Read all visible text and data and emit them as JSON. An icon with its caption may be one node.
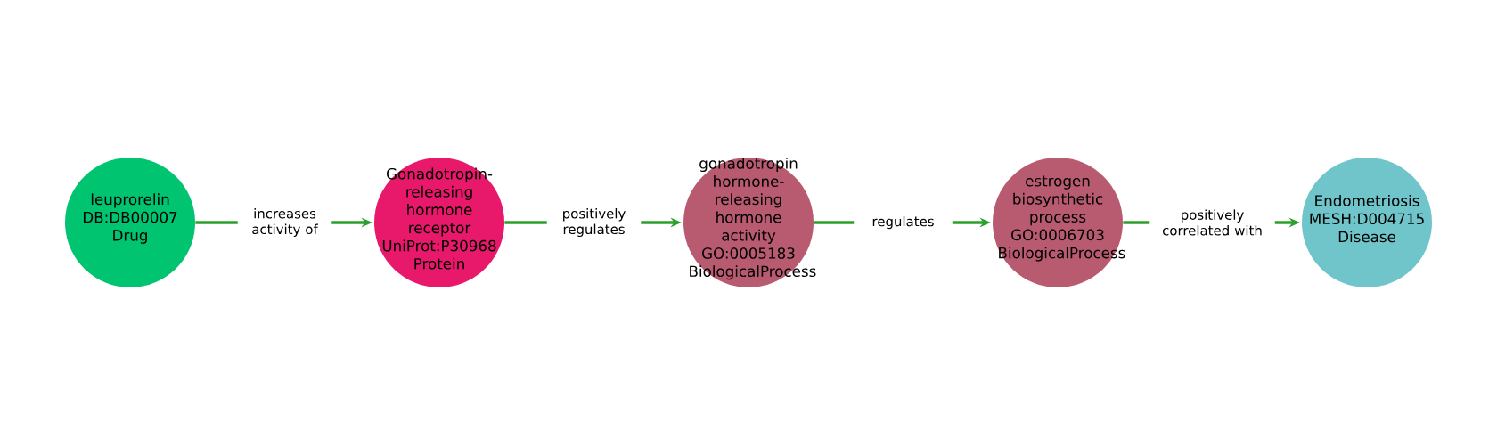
{
  "diagram": {
    "nodes": [
      {
        "text": [
          "leuprorelin",
          "DB:DB00007",
          "Drug"
        ]
      },
      {
        "text": [
          "Gonadotropin-releasing hormone receptor",
          "UniProt:P30968",
          "Protein"
        ]
      },
      {
        "text": [
          "gonadotropin hormone-releasing hormone activity",
          "GO:0005183",
          "BiologicalProcess"
        ]
      },
      {
        "text": [
          "estrogen biosynthetic process",
          "GO:0006703",
          "BiologicalProcess"
        ]
      },
      {
        "text": [
          "Endometriosis",
          "MESH:D004715",
          "Disease"
        ]
      }
    ],
    "edges": [
      {
        "from": 0,
        "to": 1,
        "arrow": "to",
        "label": "increases activity of"
      },
      {
        "from": 1,
        "to": 2,
        "arrow": "to",
        "label": "positively regulates"
      },
      {
        "from": 2,
        "to": 3,
        "arrow": "to",
        "label": "regulates"
      },
      {
        "from": 3,
        "to": 4,
        "arrow": "to",
        "label": "positively correlated with"
      }
    ]
  }
}
